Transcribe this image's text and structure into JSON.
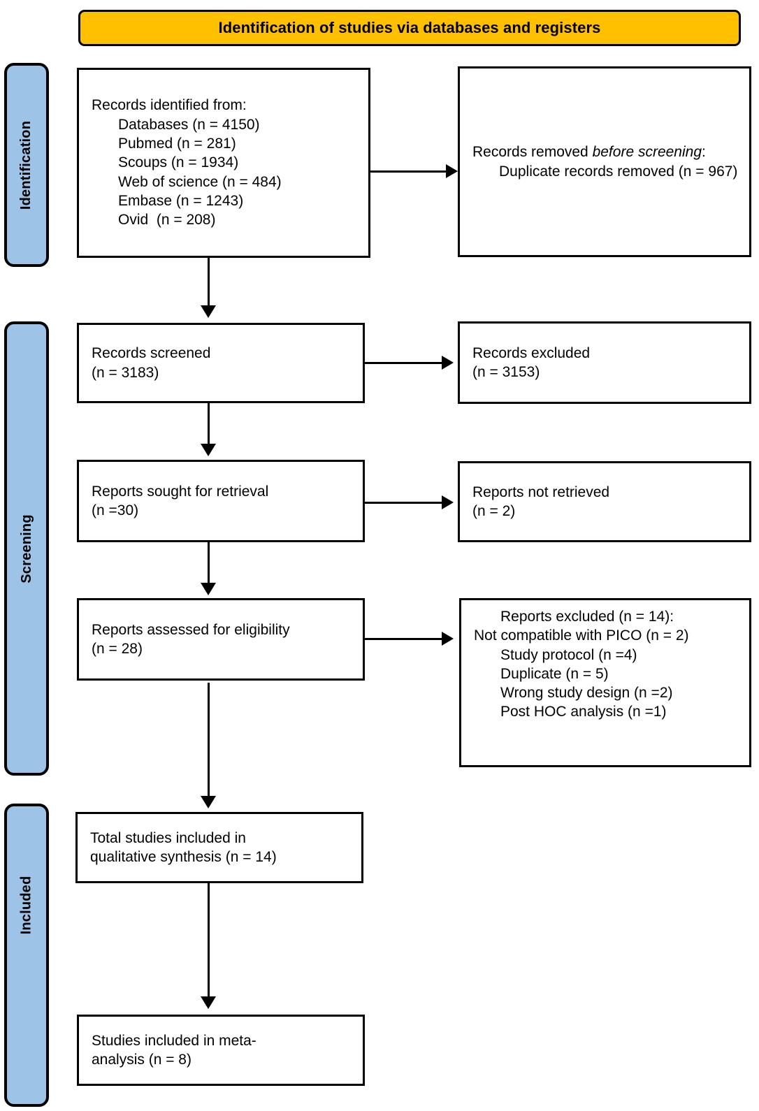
{
  "banner": {
    "title": "Identification of studies via databases and registers"
  },
  "phases": [
    {
      "id": "identification",
      "label": "Identification"
    },
    {
      "id": "screening",
      "label": "Screening"
    },
    {
      "id": "included",
      "label": "Included"
    }
  ],
  "colors": {
    "banner_fill": "#FFC000",
    "phase_fill": "#9DC3E6",
    "stroke": "#000000",
    "box_fill": "#FFFFFF"
  },
  "boxes": {
    "records_identified": {
      "heading": "Records identified from:",
      "items": [
        "Databases (n = 4150)",
        "Pubmed (n = 281)",
        "Scoups (n = 1934)",
        "Web of science (n = 484)",
        "Embase (n = 1243)",
        "Ovid  (n = 208)"
      ]
    },
    "records_removed": {
      "heading_part1": "Records removed ",
      "heading_italic": "before screening",
      "heading_part2": ":",
      "item": "Duplicate records removed (n = 967)"
    },
    "records_screened": {
      "line1": "Records screened",
      "line2": "(n = 3183)"
    },
    "records_excluded": {
      "line1": "Records excluded",
      "line2": "(n = 3153)"
    },
    "reports_sought": {
      "line1": "Reports sought for retrieval",
      "line2": "(n =30)"
    },
    "reports_not_retrieved": {
      "line1": "Reports not retrieved",
      "line2": "(n = 2)"
    },
    "reports_assessed": {
      "line1": "Reports assessed for eligibility",
      "line2": "(n = 28)"
    },
    "reports_excluded": {
      "heading": "Reports excluded (n = 14):",
      "items": [
        "Not compatible with PICO (n = 2)",
        "Study protocol (n =4)",
        "Duplicate (n = 5)",
        "Wrong study design (n =2)",
        "Post HOC analysis (n =1)"
      ]
    },
    "total_qualitative": {
      "line1": "Total studies included in",
      "line2": "qualitative synthesis (n = 14)"
    },
    "studies_meta": {
      "line1": "Studies included in meta-",
      "line2": "analysis (n = 8)"
    }
  },
  "connectors": [
    {
      "name": "identified-to-removed",
      "type": "arrow-right"
    },
    {
      "name": "identified-to-screened",
      "type": "arrow-down"
    },
    {
      "name": "screened-to-excluded",
      "type": "arrow-right"
    },
    {
      "name": "screened-to-sought",
      "type": "arrow-down"
    },
    {
      "name": "sought-to-not-retrieved",
      "type": "arrow-right"
    },
    {
      "name": "sought-to-assessed",
      "type": "arrow-down"
    },
    {
      "name": "assessed-to-reports-excluded",
      "type": "arrow-right"
    },
    {
      "name": "assessed-to-qualitative",
      "type": "arrow-down"
    },
    {
      "name": "qualitative-to-meta",
      "type": "arrow-down"
    }
  ]
}
